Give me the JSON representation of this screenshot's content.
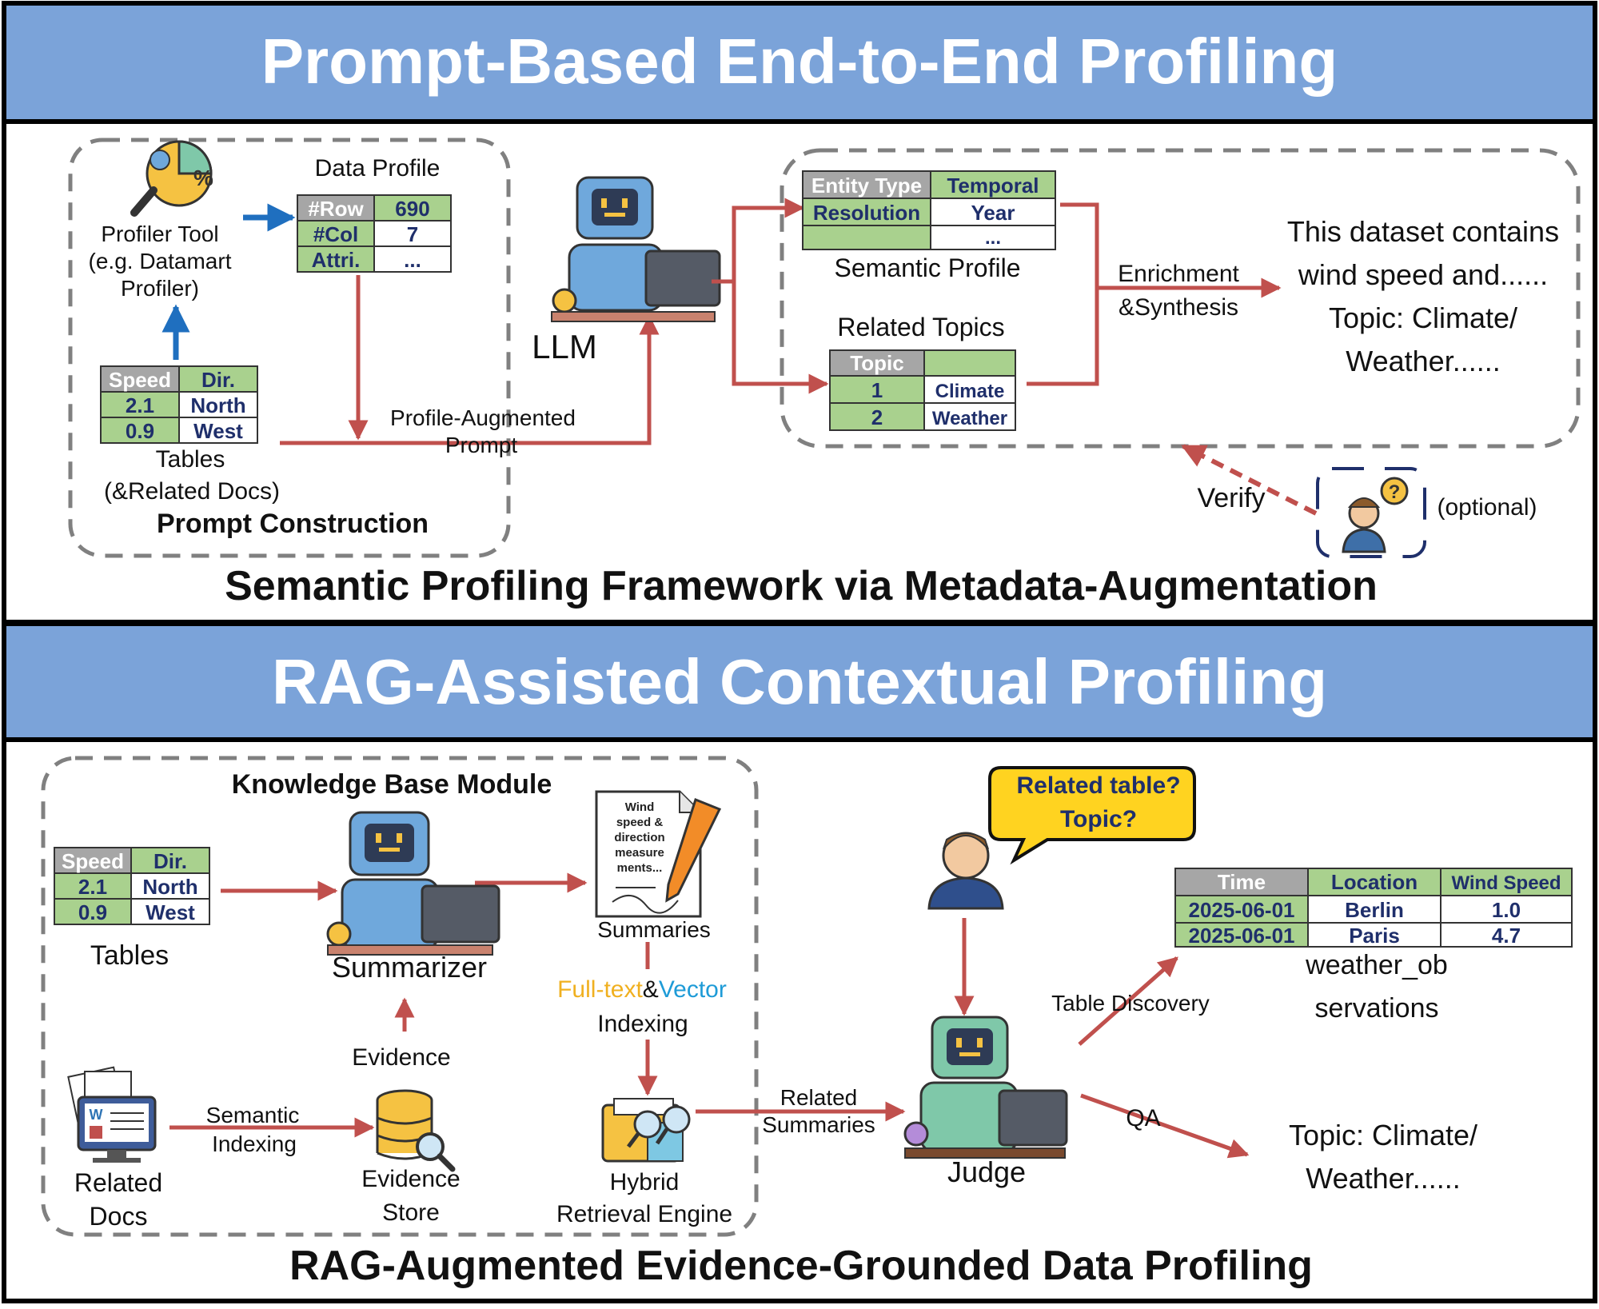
{
  "colors": {
    "banner": "#7BA3D9",
    "arrow_red": "#C0504D",
    "arrow_blue": "#1F6FBF",
    "cell_gray": "#A6A6A6",
    "cell_green": "#A9D18E",
    "cell_white": "#FFFFFF",
    "navy": "#1F2F6B",
    "robot_blue": "#6FA8DC",
    "robot_green": "#7FC8A9",
    "bubble_yellow": "#FFD320",
    "dash_gray": "#808080"
  },
  "top": {
    "banner_title": "Prompt-Based End-to-End Profiling",
    "caption": "Semantic Profiling Framework via Metadata-Augmentation",
    "prompt_construction": "Prompt Construction",
    "profiler_tool": [
      "Profiler Tool",
      "(e.g. Datamart",
      "Profiler)"
    ],
    "data_profile_title": "Data Profile",
    "data_profile_rows": [
      [
        "#Row",
        "690"
      ],
      [
        "#Col",
        "7"
      ],
      [
        "Attri.",
        "..."
      ]
    ],
    "tables_header": [
      "Speed",
      "Dir."
    ],
    "tables_rows": [
      [
        "2.1",
        "North"
      ],
      [
        "0.9",
        "West"
      ]
    ],
    "tables_label": [
      "Tables",
      "(&Related Docs)"
    ],
    "profile_augmented": [
      "Profile-Augmented",
      "Prompt"
    ],
    "llm_label": "LLM",
    "semantic_rows": [
      [
        "Entity Type",
        "Temporal"
      ],
      [
        "Resolution",
        "Year"
      ],
      [
        "",
        "..."
      ]
    ],
    "semantic_label": "Semantic Profile",
    "related_topics_label": "Related Topics",
    "topic_header": [
      "Topic",
      ""
    ],
    "topic_rows": [
      [
        "1",
        "Climate"
      ],
      [
        "2",
        "Weather"
      ]
    ],
    "enrichment": [
      "Enrichment",
      "&Synthesis"
    ],
    "result_text": [
      "This dataset contains",
      "wind speed and......",
      "Topic: Climate/",
      "Weather......"
    ],
    "verify": "Verify",
    "optional": "(optional)"
  },
  "bottom": {
    "banner_title": "RAG-Assisted Contextual Profiling",
    "caption": "RAG-Augmented Evidence-Grounded Data Profiling",
    "kb_module": "Knowledge Base Module",
    "tables_header": [
      "Speed",
      "Dir."
    ],
    "tables_rows": [
      [
        "2.1",
        "North"
      ],
      [
        "0.9",
        "West"
      ]
    ],
    "tables_label": "Tables",
    "summarizer": "Summarizer",
    "doc_text": [
      "Wind",
      "speed &",
      "direction",
      "measure",
      "ments..."
    ],
    "summaries": "Summaries",
    "fulltext": "Full-text",
    "amp": "&",
    "vector": "Vector",
    "indexing": "Indexing",
    "evidence": "Evidence",
    "semantic_indexing": [
      "Semantic",
      "Indexing"
    ],
    "related_docs": [
      "Related",
      "Docs"
    ],
    "evidence_store": [
      "Evidence",
      "Store"
    ],
    "hybrid": [
      "Hybrid",
      "Retrieval Engine"
    ],
    "related_summaries": [
      "Related",
      "Summaries"
    ],
    "bubble": [
      "Related table?",
      "Topic?"
    ],
    "judge": "Judge",
    "table_discovery": "Table Discovery",
    "qa": "QA",
    "result_header": [
      "Time",
      "Location",
      "Wind Speed"
    ],
    "result_rows": [
      [
        "2025-06-01",
        "Berlin",
        "1.0"
      ],
      [
        "2025-06-01",
        "Paris",
        "4.7"
      ]
    ],
    "table_name": [
      "weather_ob",
      "servations"
    ],
    "topic_text": [
      "Topic: Climate/",
      "Weather......"
    ]
  }
}
